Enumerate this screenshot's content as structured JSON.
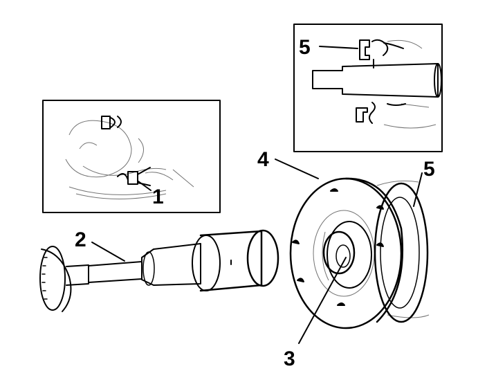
{
  "callouts": {
    "inset_top_5": "5",
    "inset_left_1": "1",
    "main_2": "2",
    "main_3": "3",
    "main_4": "4",
    "main_5": "5"
  },
  "colors": {
    "ink": "#000000",
    "paper": "#ffffff"
  }
}
